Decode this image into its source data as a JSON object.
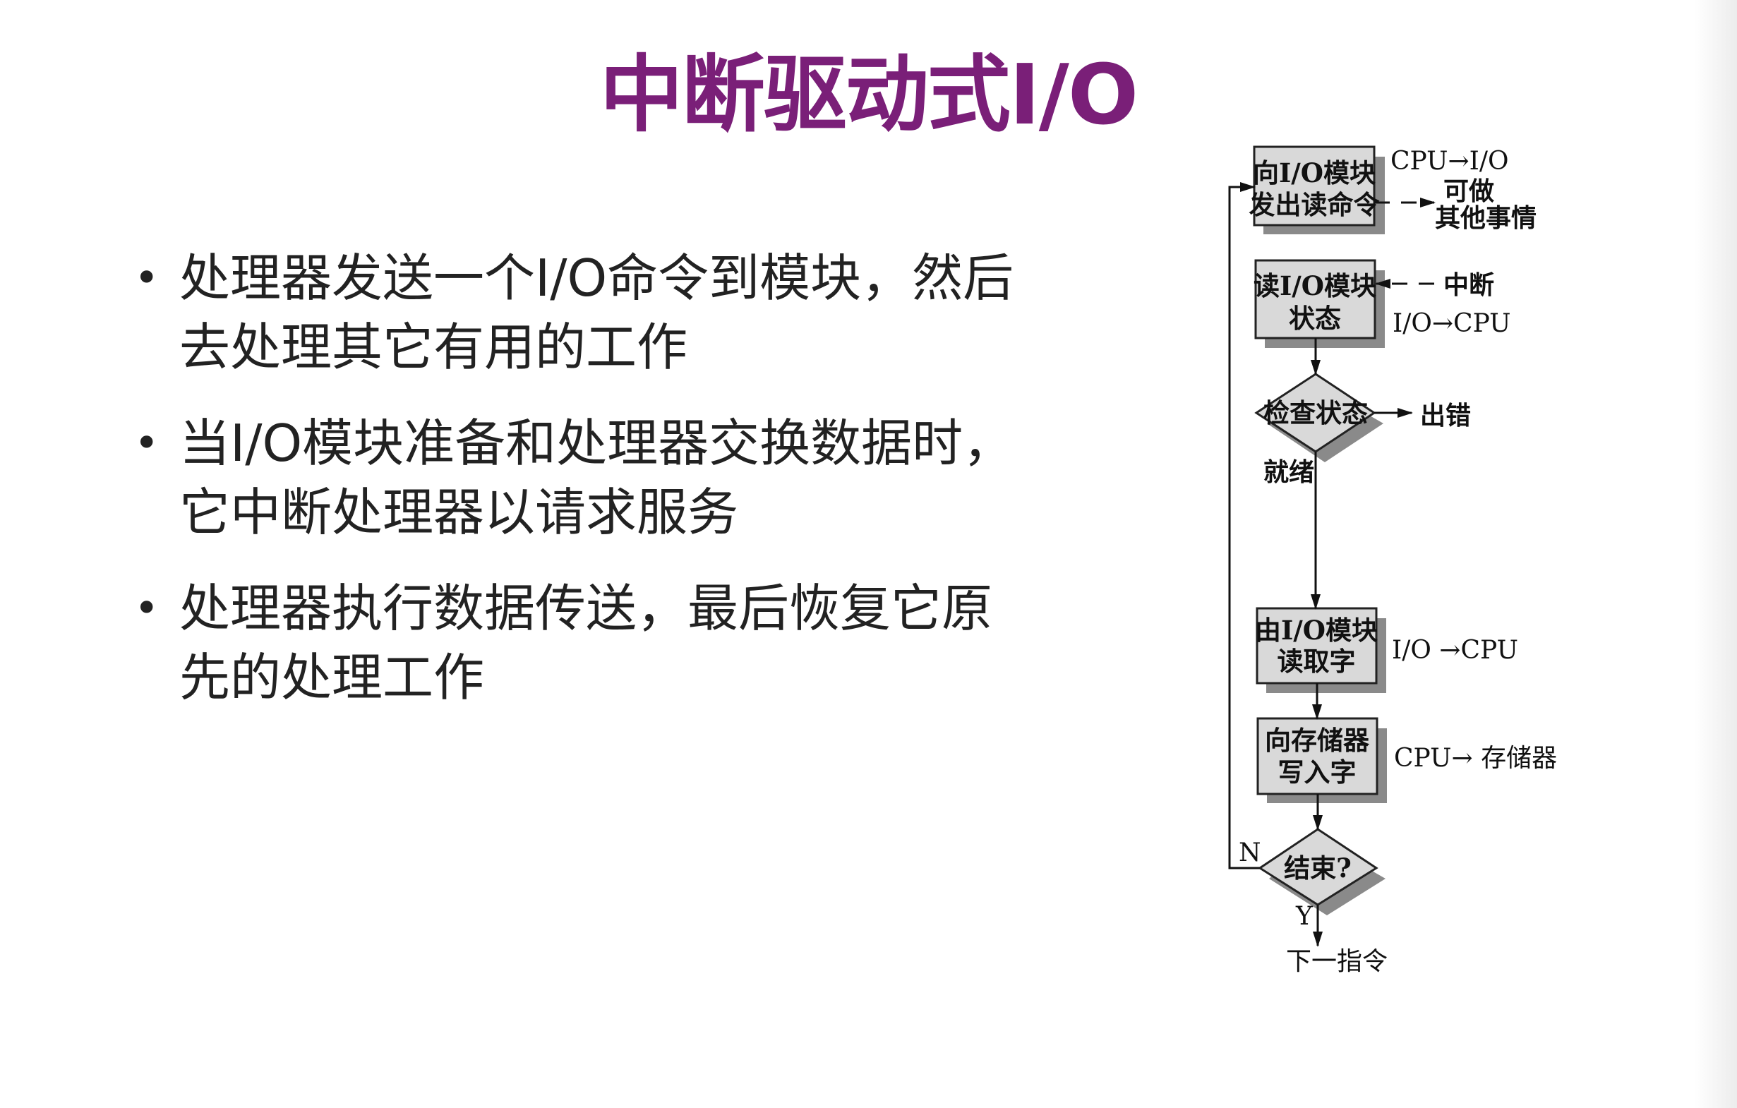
{
  "title": "中断驱动式I/O",
  "bullets": [
    {
      "lines": [
        "处理器发送一个I/O命令到模块，然后",
        "去处理其它有用的工作"
      ]
    },
    {
      "lines": [
        "当I/O模块准备和处理器交换数据时，",
        "它中断处理器以请求服务"
      ]
    },
    {
      "lines": [
        "处理器执行数据传送，最后恢复它原",
        "先的处理工作"
      ]
    }
  ],
  "flowchart": {
    "box1": [
      "向I/O模块",
      "发出读命令"
    ],
    "box2": [
      "读I/O模块",
      "状态"
    ],
    "decision1": "检查状态",
    "box3": [
      "由I/O模块",
      "读取字"
    ],
    "box4": [
      "向存储器",
      "写入字"
    ],
    "decision2": "结束?",
    "labels": {
      "cpu_to_io": "CPU→I/O",
      "other_work_1": "可做",
      "other_work_2": "其他事情",
      "interrupt": "中断",
      "io_to_cpu_1": "I/O→CPU",
      "error": "出错",
      "ready": "就绪",
      "io_to_cpu_2": "I/O →CPU",
      "cpu_to_mem": "CPU→ 存储器",
      "no": "N",
      "yes": "Y",
      "next": "下一指令"
    }
  },
  "colors": {
    "title": "#7a1f78",
    "box_fill": "#d9d9d9",
    "shadow": "#8a8a8a"
  }
}
